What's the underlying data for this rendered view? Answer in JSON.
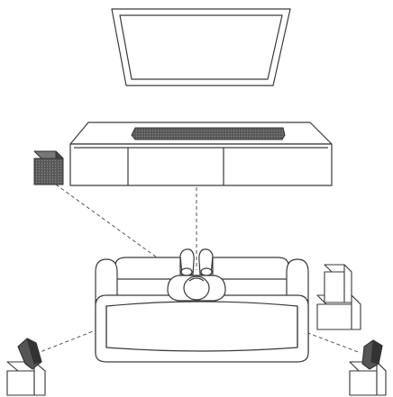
{
  "diagram": {
    "kind": "home-theater-speaker-placement",
    "text_labels": [],
    "components": {
      "tv": "wall-mounted-tv",
      "soundbar": "soundbar",
      "tv_stand": "tv-stand",
      "subwoofer": "subwoofer",
      "listener": "listener-top-view",
      "sofa": "sofa",
      "rear_speakers": [
        "rear-left-speaker",
        "rear-right-speaker"
      ],
      "spare_boxes": "stacked-boxes"
    },
    "sight_lines": [
      "listener-to-soundbar",
      "listener-to-subwoofer",
      "listener-to-rear-left",
      "listener-to-rear-right"
    ],
    "colors": {
      "stroke": "#3a3a3a",
      "line_fill": "#ffffff",
      "speaker_fill": "#555555",
      "speaker_dark": "#333333",
      "dash": "#444444"
    }
  }
}
